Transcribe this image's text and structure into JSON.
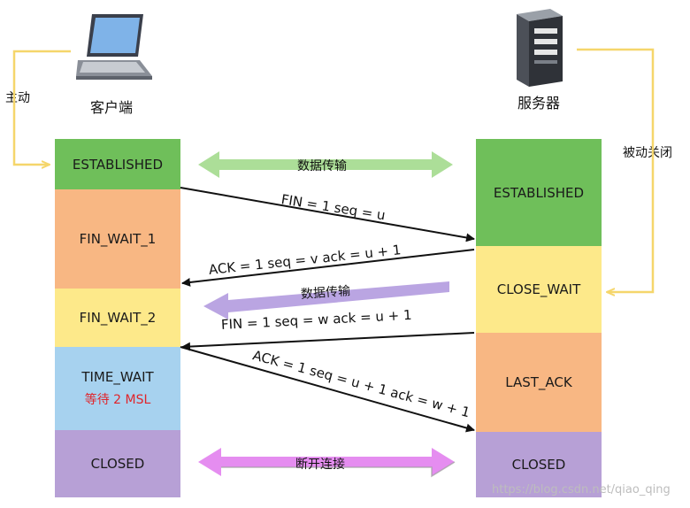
{
  "client": {
    "label": "客户端",
    "active_label": "主动",
    "icon": "laptop-icon"
  },
  "server": {
    "label": "服务器",
    "passive_label": "被动关闭",
    "icon": "server-icon"
  },
  "client_states": [
    {
      "name": "ESTABLISHED"
    },
    {
      "name": "FIN_WAIT_1"
    },
    {
      "name": "FIN_WAIT_2"
    },
    {
      "name": "TIME_WAIT",
      "note": "等待 2 MSL"
    },
    {
      "name": "CLOSED"
    }
  ],
  "server_states": [
    {
      "name": "ESTABLISHED"
    },
    {
      "name": "CLOSE_WAIT"
    },
    {
      "name": "LAST_ACK"
    },
    {
      "name": "CLOSED"
    }
  ],
  "messages": [
    {
      "text": "FIN = 1 seq = u"
    },
    {
      "text": "ACK = 1 seq = v ack = u + 1"
    },
    {
      "text": "FIN = 1 seq = w ack = u + 1"
    },
    {
      "text": "ACK = 1 seq = u + 1 ack = w + 1"
    }
  ],
  "transfers": [
    {
      "text": "数据传输",
      "color": "#9fd68a"
    },
    {
      "text": "数据传输",
      "color": "#a98ed6"
    },
    {
      "text": "断开连接",
      "color": "#e08ae8"
    }
  ],
  "watermark": "https://blog.csdn.net/qiao_qing",
  "colors": {
    "established": "#6fbf5a",
    "fin_wait": "#f8b783",
    "wait2": "#fde98a",
    "time_wait": "#a7d2ef",
    "closed": "#b7a0d6",
    "connector": "#f5d66b",
    "msl": "#e0242a"
  }
}
